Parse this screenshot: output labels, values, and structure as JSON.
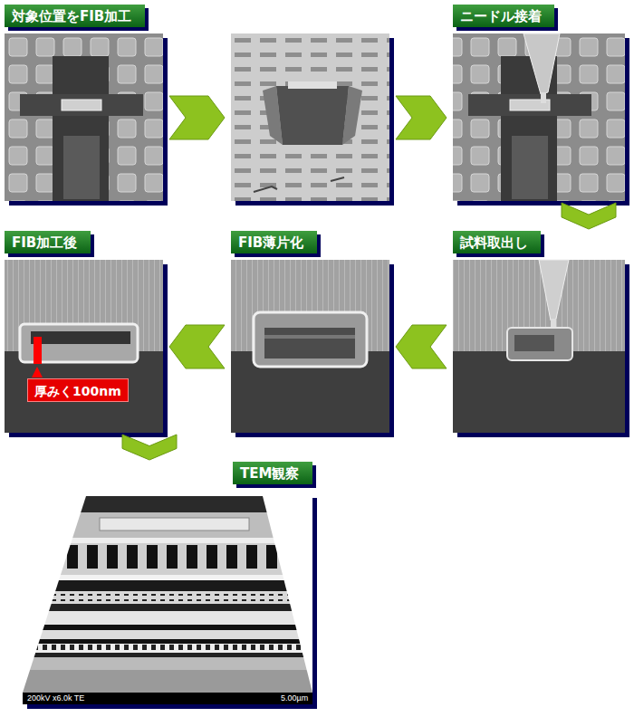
{
  "diagram": {
    "nodes": [
      {
        "text": [
          "対象位置をFIB加工"
        ]
      },
      {
        "text": [
          "ニードル接着"
        ]
      },
      {
        "text": [
          "試料取出し"
        ]
      },
      {
        "text": [
          "FIB薄片化"
        ]
      },
      {
        "text": [
          "FIB加工後"
        ]
      },
      {
        "text": [
          "厚みく100nm"
        ],
        "in": 4
      },
      {
        "text": [
          "TEM観察"
        ]
      }
    ],
    "edges": [
      {
        "from": 1,
        "to": 2,
        "arrow": "to"
      },
      {
        "from": 2,
        "to": 3,
        "arrow": "to"
      },
      {
        "from": 3,
        "to": 4,
        "arrow": "to"
      },
      {
        "from": 4,
        "to": 6,
        "arrow": "to"
      }
    ],
    "labels": [
      "200kV x6.0k TE",
      "5.00µm"
    ]
  }
}
